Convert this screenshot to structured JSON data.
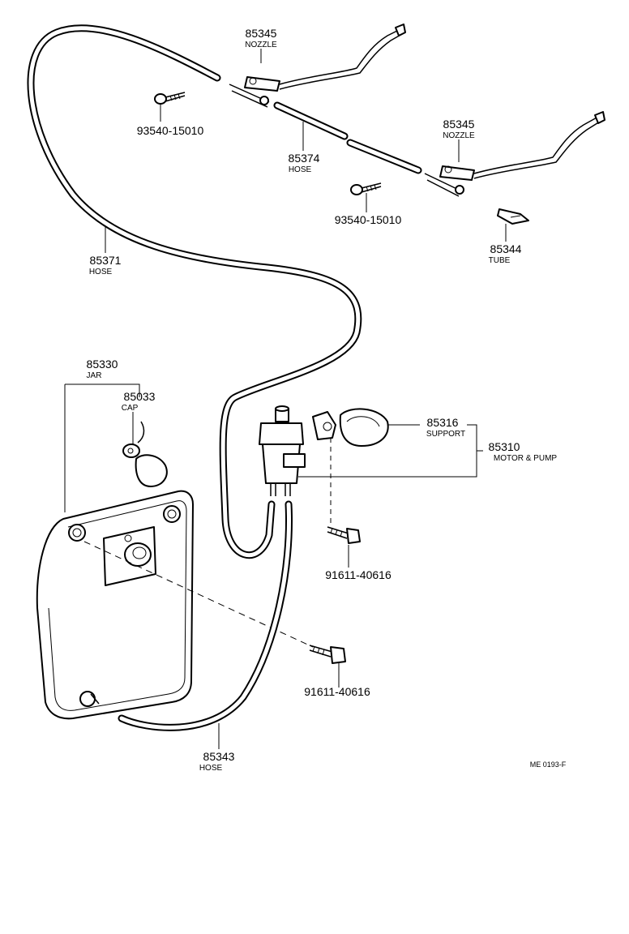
{
  "labels": {
    "nozzle_left": {
      "number": "85345",
      "name": "NOZZLE"
    },
    "screw_left": {
      "number": "93540-15010"
    },
    "hose_mid": {
      "number": "85374",
      "name": "HOSE"
    },
    "nozzle_right": {
      "number": "85345",
      "name": "NOZZLE"
    },
    "screw_right": {
      "number": "93540-15010"
    },
    "tube": {
      "number": "85344",
      "name": "TUBE"
    },
    "hose_long": {
      "number": "85371",
      "name": "HOSE"
    },
    "jar": {
      "number": "85330",
      "name": "JAR"
    },
    "cap": {
      "number": "85033",
      "name": "CAP"
    },
    "support": {
      "number": "85316",
      "name": "SUPPORT"
    },
    "motor_pump": {
      "number": "85310",
      "name": "MOTOR & PUMP"
    },
    "bolt_upper": {
      "number": "91611-40616"
    },
    "bolt_lower": {
      "number": "91611-40616"
    },
    "hose_bottom": {
      "number": "85343",
      "name": "HOSE"
    },
    "ref_code": "ME 0193-F"
  }
}
